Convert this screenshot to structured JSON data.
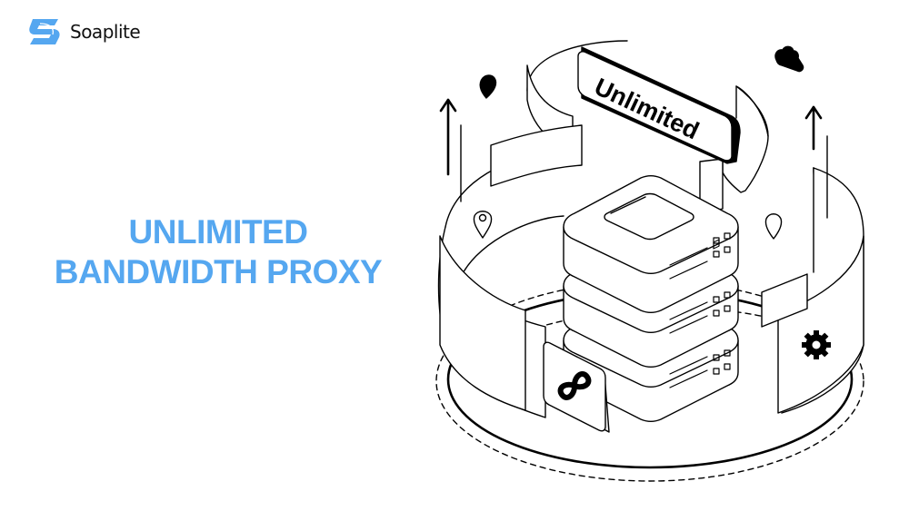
{
  "brand": {
    "name": "Soaplite",
    "logo_icon": "s-swoosh-logo-icon",
    "color": "#55a7f0"
  },
  "headline": {
    "line1": "UNLIMITED",
    "line2": "BANDWIDTH PROXY",
    "color": "#55a7f0"
  },
  "illustration": {
    "badge_label": "Unlimited",
    "icons": [
      "server-stack-icon",
      "infinity-icon",
      "gear-icon",
      "cloud-icon",
      "location-pin-icon",
      "upload-arrow-icon"
    ],
    "stroke_color": "#000000"
  }
}
